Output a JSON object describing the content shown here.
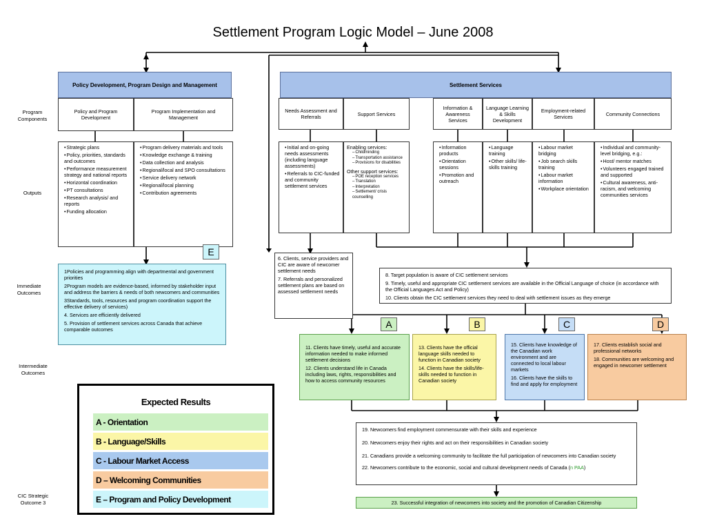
{
  "title": "Settlement Program Logic Model – June 2008",
  "row_labels": {
    "components": "Program Components",
    "outputs": "Outputs",
    "immediate": "Immediate Outcomes",
    "intermediate": "Intermediate Outcomes",
    "strategic": "CIC Strategic Outcome 3"
  },
  "bands": {
    "policy": "Policy Development, Program Design and Management",
    "services": "Settlement Services"
  },
  "components": {
    "policy_program_dev": "Policy and Program Development",
    "program_impl": "Program Implementation and Management",
    "needs_assessment": "Needs Assessment and Referrals",
    "support_services": "Support Services",
    "info_awareness": "Information & Awareness Services",
    "language_learning": "Language Learning & Skills Development",
    "employment": "Employment-related Services",
    "community": "Community Connections"
  },
  "outputs": {
    "policy": [
      "Strategic plans",
      "Policy, priorities, standards and outcomes",
      "Performance measurement strategy and national reports",
      "Horizontal coordination",
      "PT consultations",
      "Research analysis/ and reports",
      "Funding allocation"
    ],
    "implementation": [
      "Program delivery materials and tools",
      "Knowledge exchange & training",
      "Data collection and analysis",
      "Regional/local and SPO consultations",
      "Service delivery network",
      "Regional/local planning",
      "Contribution agreements"
    ],
    "needs": [
      "Initial and on-going needs assessments (including language assessments)",
      "Referrals to CIC-funded and community settlement services"
    ],
    "support_enabling_title": "Enabling services:",
    "support_enabling": [
      "Childminding",
      "Transportation assistance",
      "Provisions for disabilities"
    ],
    "support_other_title": "Other support services:",
    "support_other": [
      "POE reception services",
      "Translation",
      "Interpretation",
      "Settlement/ crisis counselling"
    ],
    "info": [
      "Information products",
      "Orientation sessions",
      "Promotion and outreach"
    ],
    "language": [
      "Language training",
      "Other skills/ life-skills training"
    ],
    "employment": [
      "Labour market bridging",
      "Job search skills training",
      "Labour market information",
      "Workplace orientation"
    ],
    "community": [
      "Individual and community-level bridging, e.g.:",
      "Host/ mentor matches",
      "Volunteers engaged trained and supported",
      "Cultural awareness, anti-racism, and welcoming communities services"
    ]
  },
  "letters": {
    "e": "E",
    "a": "A",
    "b": "B",
    "c": "C",
    "d": "D"
  },
  "immediate_e": [
    "1Policies and programming align with departmental and government priorities",
    "2Program models are evidence-based, informed by stakeholder input and address the barriers & needs of both newcomers and communities",
    "3Standards, tools, resources and program coordination support the effective delivery of services)",
    "4. Services are efficiently delivered",
    "5. Provision of settlement services across Canada that achieve comparable outcomes"
  ],
  "immediate_mid": [
    "6. Clients, service providers and CIC are aware of newcomer settlement needs",
    "7. Referrals and personalized settlement plans are based on assessed settlement needs"
  ],
  "immediate_right": [
    "8. Target population is aware of CIC settlement services",
    "9. Timely, useful and appropriate CIC settlement services are available in the Official Language of choice (in accordance with the Official Languages Act and Policy)",
    "10. Clients obtain the CIC settlement services they need to deal with settlement issues as they emerge"
  ],
  "intermediate": {
    "a": [
      "11. Clients have timely, useful and accurate information needed to make informed settlement decisions",
      "12. Clients understand life in Canada including laws, rights, responsibilities and how to access community resources"
    ],
    "b": [
      "13. Clients have the official language skills needed to function in Canadian society",
      "14. Clients have the skills/life-skills needed to function in Canadian society"
    ],
    "c": [
      "15. Clients have knowledge of the Canadian work environment and are connected to local labour markets",
      "16. Clients have the skills to find and apply for employment"
    ],
    "d": [
      "17. Clients establish social and professional networks",
      "18. Communities are welcoming and engaged in newcomer settlement"
    ]
  },
  "long_term": [
    "19. Newcomers find employment commensurate with their skills and experience",
    "20. Newcomers enjoy their rights and act on their responsibilities in Canadian society",
    "21. Canadians provide a welcoming community to facilitate the full participation of newcomers into Canadian society",
    "22. Newcomers contribute to the economic, social and cultural development needs of Canada ("
  ],
  "long_term_paa": "n PAA",
  "long_term_close": ")",
  "strategic": "23. Successful integration of newcomers into society and the promotion of Canadian Citizenship",
  "legend": {
    "title": "Expected Results",
    "items": [
      {
        "label": "A - Orientation",
        "color": "#cbf0c2"
      },
      {
        "label": "B - Language/Skills",
        "color": "#fbf6a7"
      },
      {
        "label": "C - Labour Market Access",
        "color": "#a9c9ee"
      },
      {
        "label": "D – Welcoming Communities",
        "color": "#f8cba0"
      },
      {
        "label": "E – Program and Policy Development",
        "color": "#ccf5fb"
      }
    ]
  }
}
